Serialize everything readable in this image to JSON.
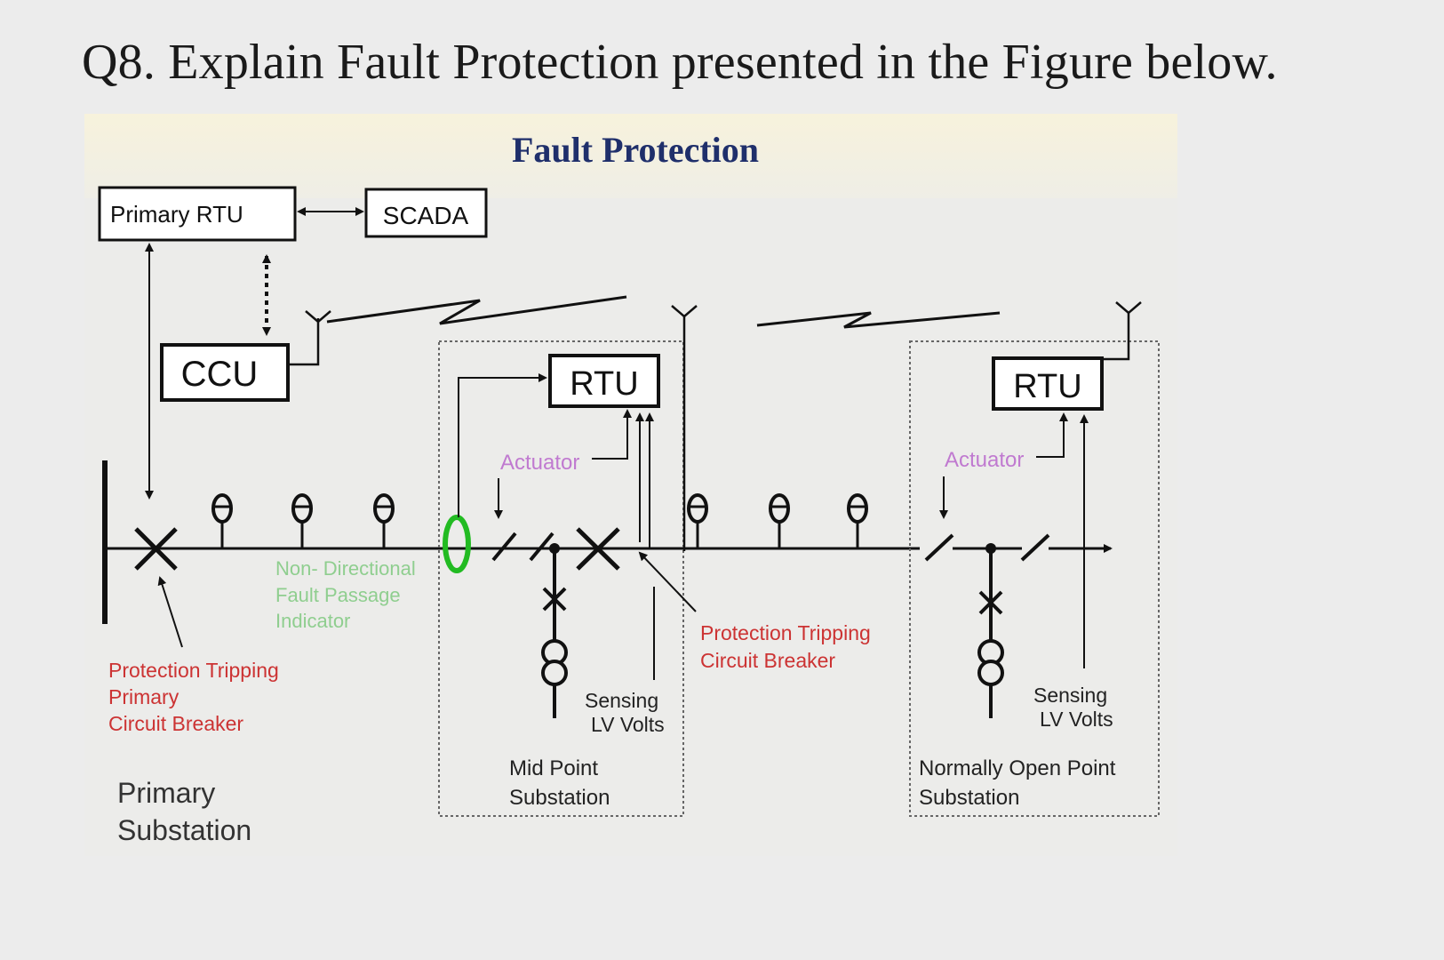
{
  "question": "Q8. Explain Fault Protection presented in the Figure below.",
  "diagram": {
    "title": "Fault Protection",
    "primary_rtu": "Primary RTU",
    "scada": "SCADA",
    "ccu": "CCU",
    "rtu_mid": "RTU",
    "rtu_nop": "RTU",
    "actuator_mid": "Actuator",
    "actuator_nop": "Actuator",
    "fpi_line1": "Non- Directional",
    "fpi_line2": "Fault Passage",
    "fpi_line3": "Indicator",
    "ptcb_line1": "Protection Tripping",
    "ptcb_line2": "Circuit Breaker",
    "pri_cb_line1": "Protection Tripping",
    "pri_cb_line2": "Primary",
    "pri_cb_line3": "Circuit Breaker",
    "sensing_mid_line1": "Sensing",
    "sensing_mid_line2": "LV Volts",
    "sensing_nop_line1": "Sensing",
    "sensing_nop_line2": "LV Volts",
    "mid_sub_line1": "Mid Point",
    "mid_sub_line2": "Substation",
    "nop_sub_line1": "Normally Open Point",
    "nop_sub_line2": "Substation",
    "primary_sub_line1": "Primary",
    "primary_sub_line2": "Substation",
    "colors": {
      "title": "#1f2f6b",
      "red_label": "#cc3333",
      "purple_label": "#c07ad0",
      "green_label": "#8fce8f",
      "fpi_ring": "#22bb22",
      "line": "#111111"
    }
  }
}
